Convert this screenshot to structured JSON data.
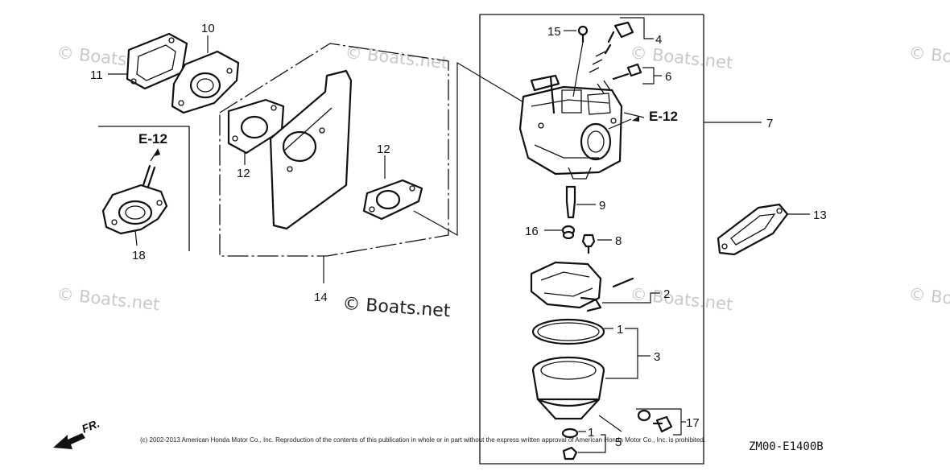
{
  "callouts": {
    "c1a": "1",
    "c1b": "1",
    "c2": "2",
    "c3": "3",
    "c4": "4",
    "c5": "5",
    "c6": "6",
    "c7": "7",
    "c8": "8",
    "c9": "9",
    "c10": "10",
    "c11": "11",
    "c12a": "12",
    "c12b": "12",
    "c13": "13",
    "c14": "14",
    "c15": "15",
    "c16": "16",
    "c17": "17",
    "c18": "18"
  },
  "references": {
    "left": "E-12",
    "right": "E-12"
  },
  "watermark": "© Boats.net",
  "brand_caption": "© Boats.net",
  "copyright": "(c) 2002-2013 American Honda Motor Co., Inc. Reproduction of the contents of this publication in whole or in part without the express written approval of American Honda Motor Co., Inc. is prohibited.",
  "diagram_code": "ZM00-E1400B",
  "front_label": "FR."
}
